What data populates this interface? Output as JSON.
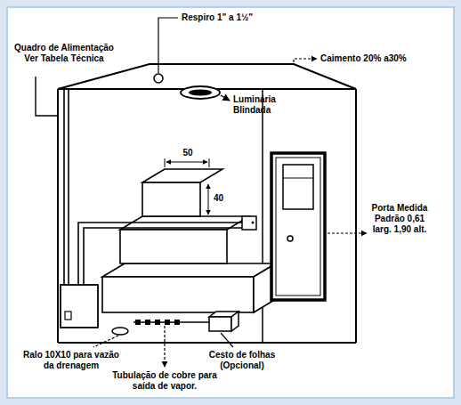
{
  "diagram": {
    "labels": [
      "Quadro de Alimentação Ver Tabela Técnica",
      "Respiro 1\" a 1½\"",
      "Caimento 20% a30%",
      "Luminária Blindada",
      "50",
      "40",
      "Porta Medida Padrão 0,61 larg. 1,90 alt.",
      "Ralo 10X10 para vazão da drenagem",
      "Cesto de folhas (Opcional)",
      "Tubulação de cobre para saída de vapor."
    ]
  }
}
